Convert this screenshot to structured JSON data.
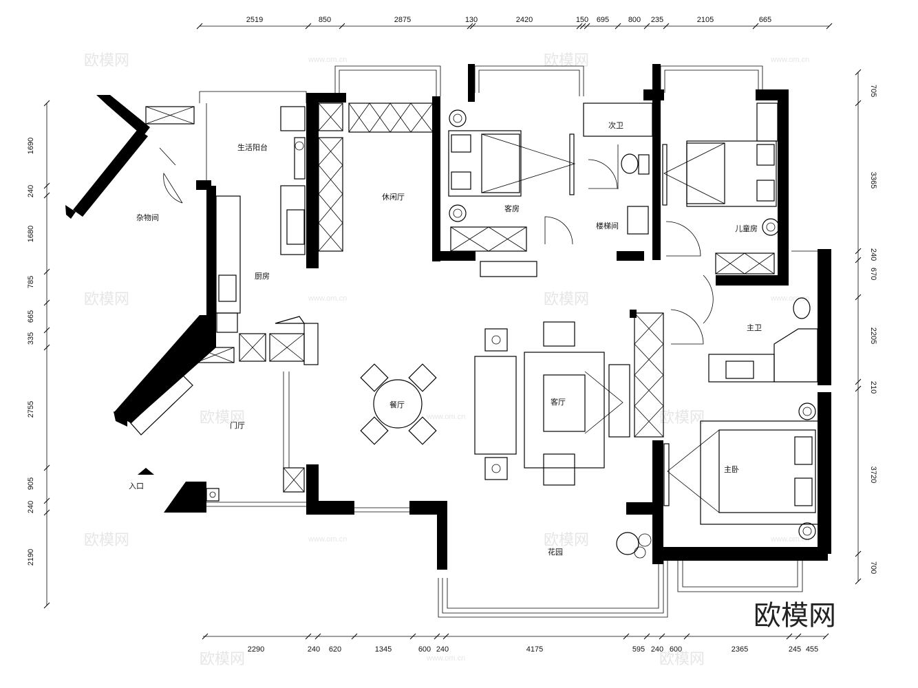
{
  "dims": {
    "top": [
      "2519",
      "850",
      "2875",
      "130",
      "2420",
      "150",
      "695",
      "800",
      "235",
      "2105",
      "665"
    ],
    "bottom": [
      "2290",
      "240",
      "620",
      "1345",
      "600",
      "240",
      "4175",
      "595",
      "240",
      "600",
      "2365",
      "245",
      "455"
    ],
    "left": [
      "1690",
      "240",
      "1680",
      "785",
      "665",
      "335",
      "2755",
      "905",
      "240",
      "2190"
    ],
    "right": [
      "705",
      "3365",
      "240",
      "670",
      "2205",
      "210",
      "3720",
      "700"
    ]
  },
  "rooms": {
    "balcony": "生活阳台",
    "storage": "杂物间",
    "leisure": "休闲厅",
    "guest": "客房",
    "sec_bath": "次卫",
    "stair": "楼梯间",
    "kids": "儿童房",
    "kitchen": "厨房",
    "master_bath": "主卫",
    "dining": "餐厅",
    "living": "客厅",
    "foyer": "门厅",
    "master": "主卧",
    "garden": "花园",
    "entrance": "入口"
  },
  "watermark": {
    "text": "欧模网",
    "url": "www.om.cn",
    "brand": "欧模网"
  }
}
